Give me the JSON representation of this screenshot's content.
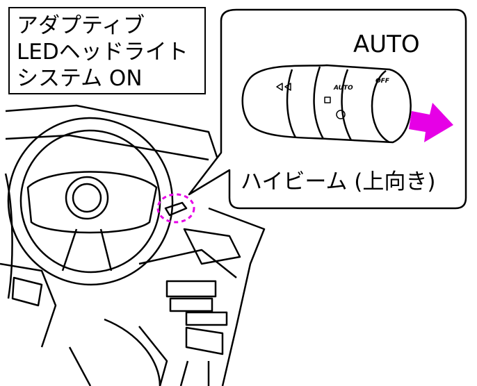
{
  "title": {
    "lines": [
      "アダプティブ",
      "LEDヘッドライト",
      "システム ON"
    ]
  },
  "callout": {
    "auto_label": "AUTO",
    "caption": "ハイビーム (上向き)"
  },
  "lever": {
    "auto_mark": "AUTO",
    "off_mark": "OFF"
  },
  "colors": {
    "highlight": "#e600e6",
    "line": "#000000"
  }
}
